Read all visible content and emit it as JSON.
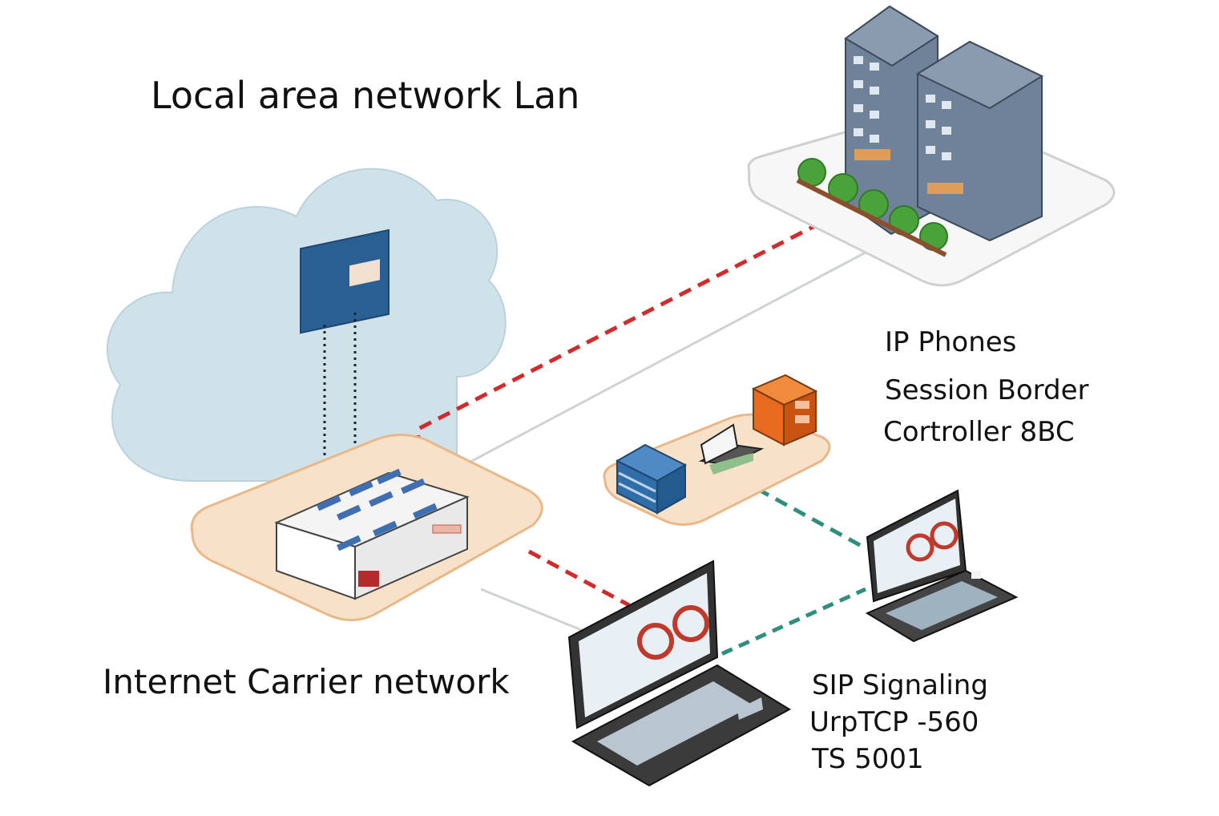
{
  "labels": {
    "lan_title": "Local area network Lan",
    "internet": "Internet Carrier network",
    "ip_phones": "IP  Phones",
    "sbc_line1": "Session Border",
    "sbc_line2": "Cortroller  8BC",
    "sip_line1": "SIP Signaling",
    "sip_line2": "UrpTCP -560",
    "sip_line3": "TS  5001"
  },
  "colors": {
    "cloud": "#c9dfe8",
    "platform_fill": "#f6e1c8",
    "platform_stroke": "#e8b98a",
    "link_red": "#d12b2b",
    "link_teal": "#2f8f7f",
    "link_gray": "#cfd3d6",
    "building": "#6f8299",
    "sbc_orange": "#e86a1e",
    "server_blue": "#2f6ea8"
  }
}
